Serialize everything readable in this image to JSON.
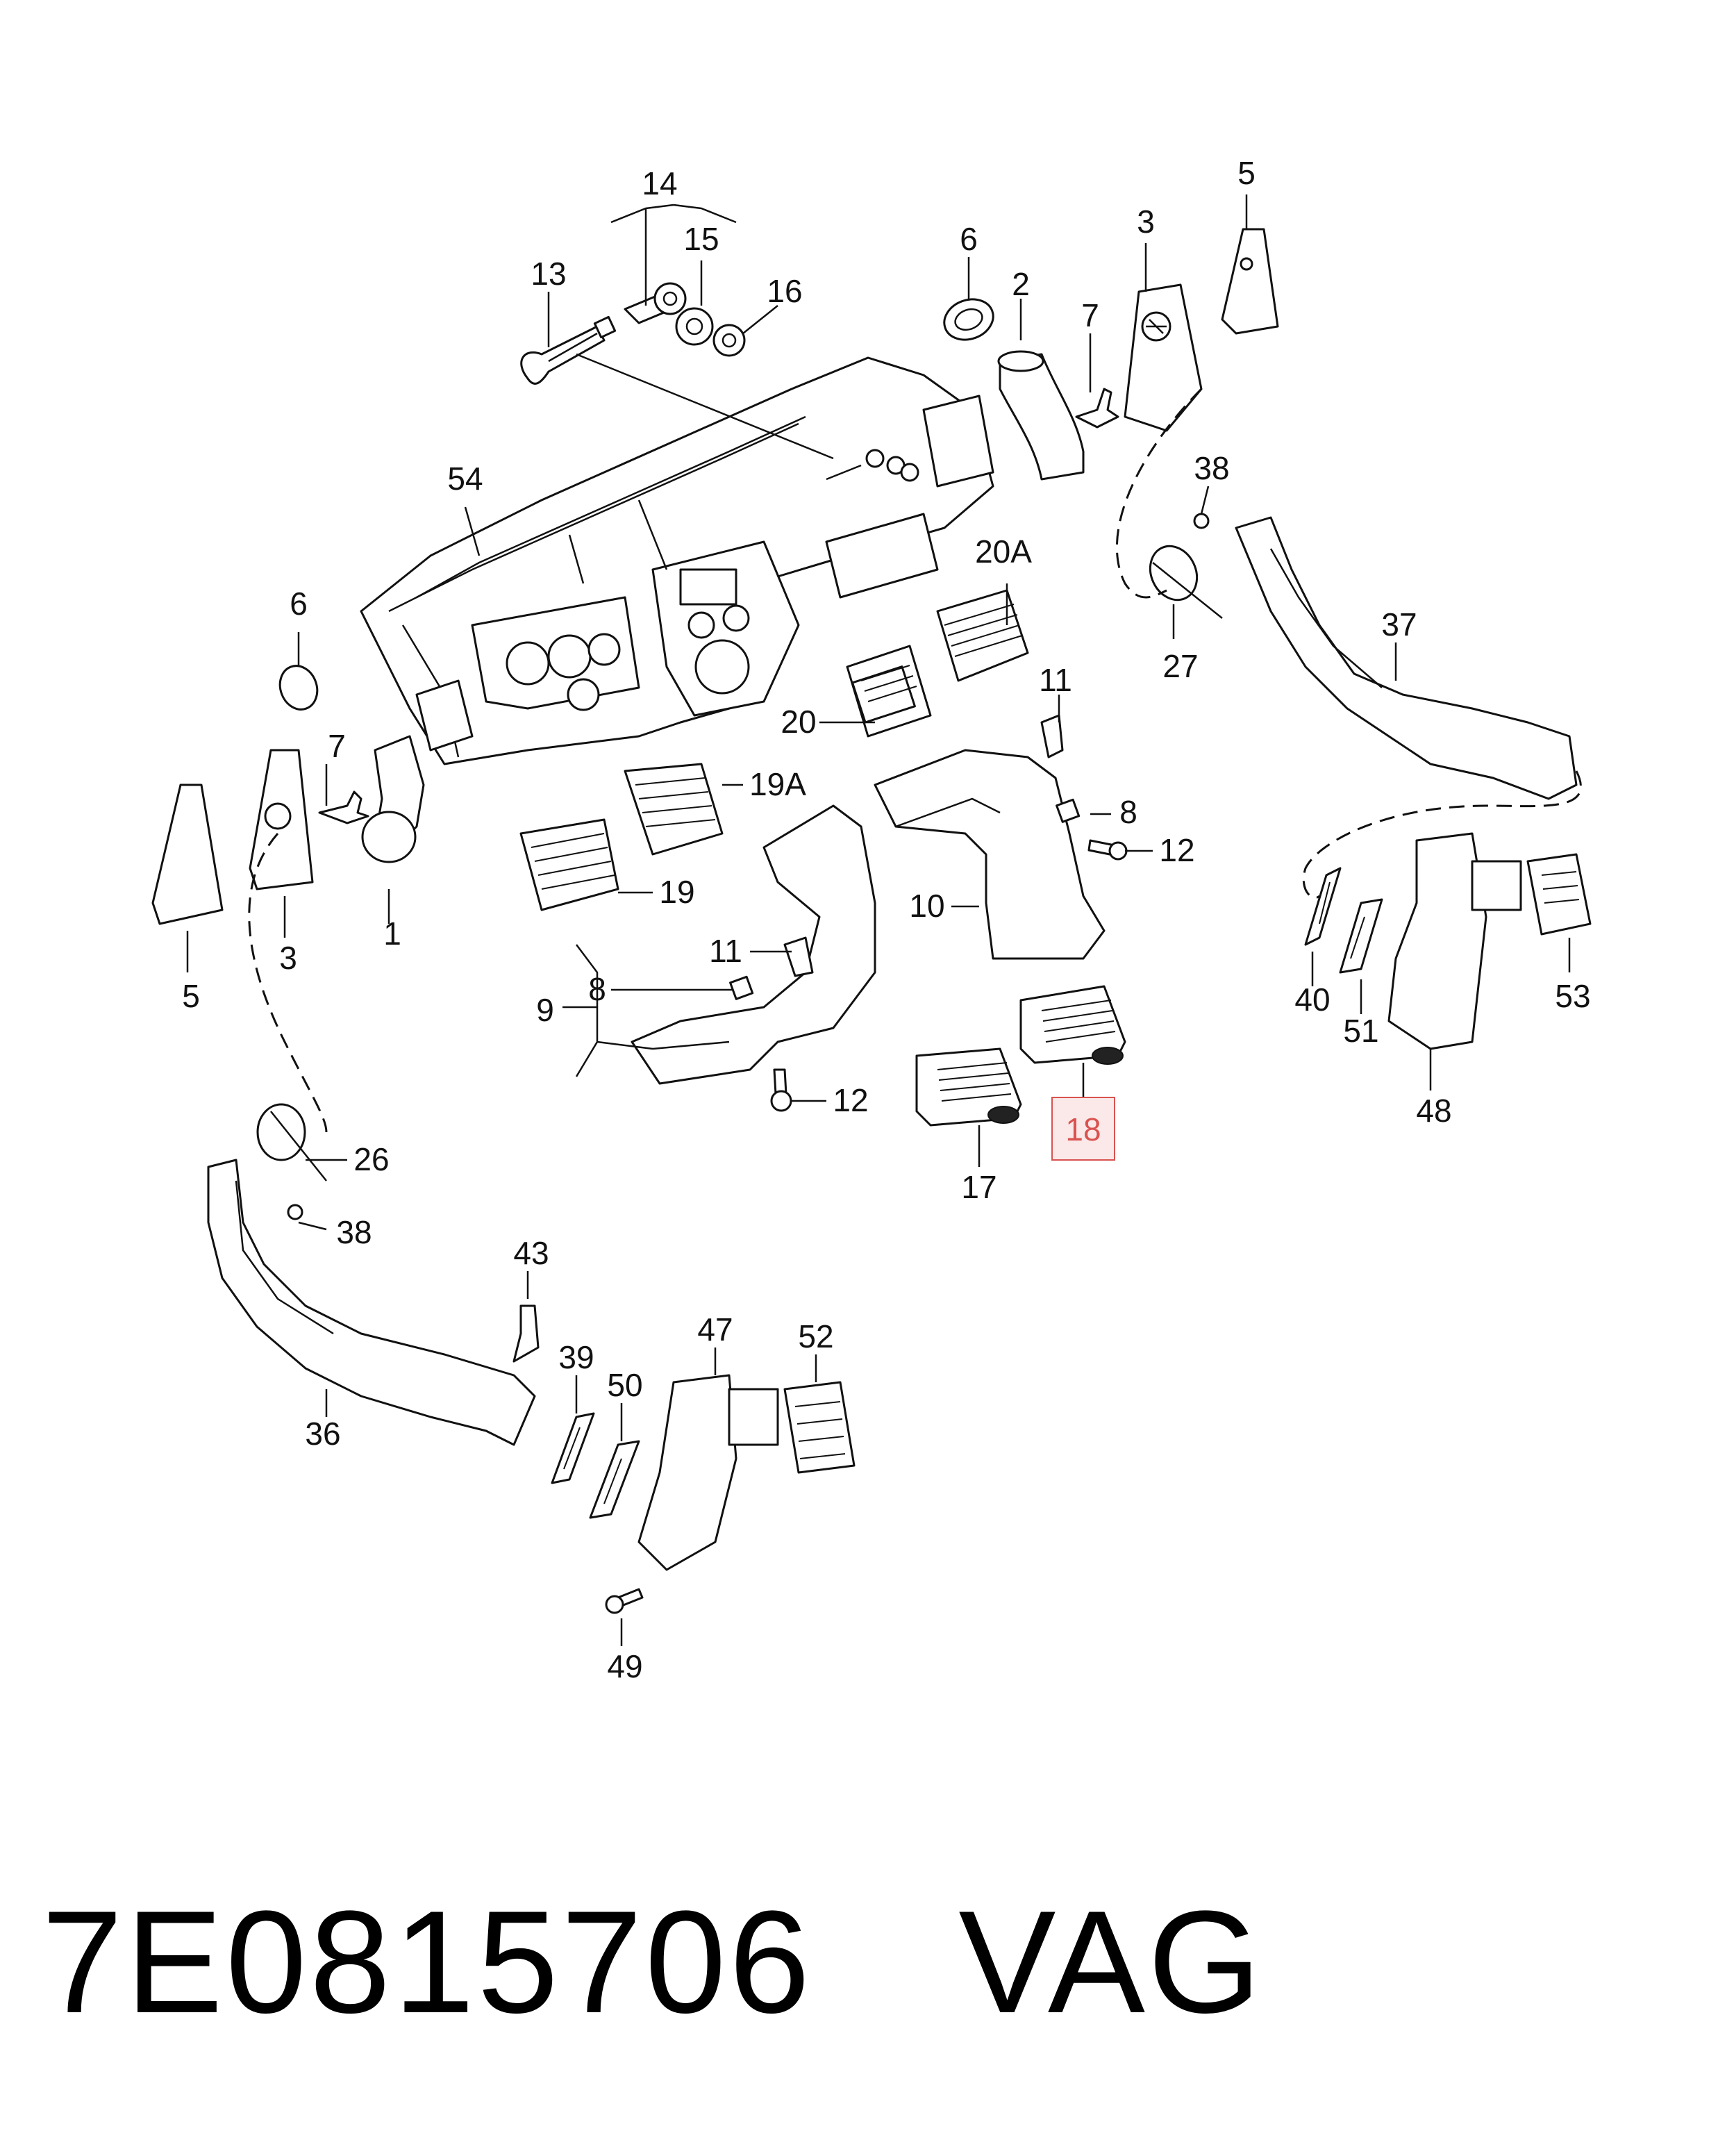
{
  "diagram": {
    "labels": {
      "l1": "1",
      "l2": "2",
      "l3a": "3",
      "l3b": "3",
      "l5a": "5",
      "l5b": "5",
      "l6a": "6",
      "l6b": "6",
      "l7a": "7",
      "l7b": "7",
      "l8a": "8",
      "l8b": "8",
      "l9": "9",
      "l10": "10",
      "l11a": "11",
      "l11b": "11",
      "l12a": "12",
      "l12b": "12",
      "l13": "13",
      "l14": "14",
      "l15": "15",
      "l16": "16",
      "l17": "17",
      "l18": "18",
      "l19": "19",
      "l19A": "19A",
      "l20": "20",
      "l20A": "20A",
      "l26": "26",
      "l27": "27",
      "l36": "36",
      "l37": "37",
      "l38a": "38",
      "l38b": "38",
      "l39": "39",
      "l40": "40",
      "l43": "43",
      "l47": "47",
      "l48": "48",
      "l49": "49",
      "l50": "50",
      "l51": "51",
      "l52": "52",
      "l53": "53",
      "l54": "54"
    },
    "highlighted_label": "18",
    "highlight_color": "#d9534f"
  },
  "footer": {
    "part_number": "7E0815706",
    "brand": "VAG"
  }
}
